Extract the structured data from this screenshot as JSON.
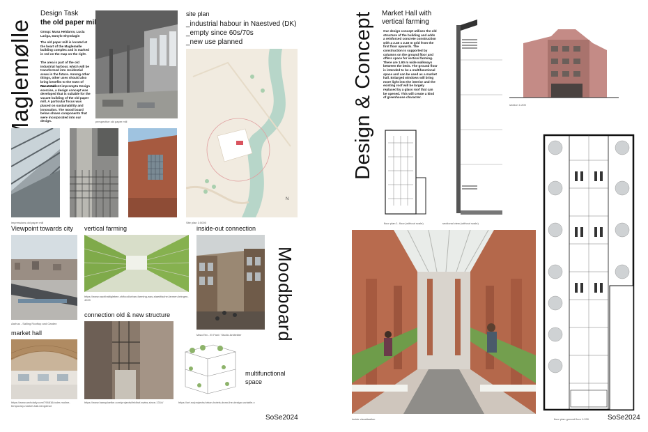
{
  "left_page": {
    "vertical_title": "Maglemølle",
    "design_task": {
      "label": "Design Task",
      "subtitle": "the old paper mill",
      "group": "Group: Musa Heidarov, Lucia Lariga, Danylo Shyndagin",
      "paragraph1": "The old paper mill is located at the heart of the Maglemølle building complex and is marked in red on the map on the right.",
      "paragraph2": "The area is part of the old industrial harbour, which will be transformed into residential areas in the future. Among other things, other uses should also bring benefits to the town of Naestved.",
      "paragraph3": "For a student impromptu Design exercise, a design concept was developed that is suitable for the vacant building of the old paper mill. A particular focus was placed on sustainability and innovation. The mood board below shows components that were incorporated into our design."
    },
    "captions": {
      "perspective": "perspective old paper mill",
      "impressions": "impressions old paper mill",
      "site_plan": "Site plan 1:5000"
    },
    "site_plan": {
      "title": "site plan",
      "line1": "_industrial habour in Naestved (DK)",
      "line2": "_empty since 60s/70s",
      "line3": "_new use planned",
      "north": "N"
    },
    "moodboard": {
      "vertical_title": "Moodboard",
      "viewpoint_title": "Viewpoint towards city",
      "viewpoint_caption": "Aarhus - Salling Rooftop and Garden",
      "farming_title": "vertical farming",
      "farming_caption": "https://www.nachhaltigleben.ch/food/urban-farming-was-staedtische-farmen-bringen-4929",
      "inside_title": "inside-out connection",
      "inside_caption": "MacoTex - El Fani / Studio Arkitekter",
      "connection_title": "connection old & new structure",
      "connection_caption": "https://www.hanaploetke.com/projects/feldhof-swiss-since-1314/",
      "market_title": "market hall",
      "market_caption": "https://www.archdaily.com/796816/osler-moline-temporary-market-hall-bexgdesd",
      "multi_title": "multifunctional space",
      "multi_caption": "https://ort.no/projects/urban-hotels-dean-the-design-variable-x"
    },
    "semester": "SoSe2024"
  },
  "right_page": {
    "vertical_title": "Design & Concept",
    "heading": "Market Hall with vertical farming",
    "concept_text": "Our design concept utilises the old structure of the building and adds a reinforced concrete construction with a 2.40 x 2.40 m grid from the first floor upwards. The construction is supported by columns on the ground floor and offers space for vertical farming. There are 1.90 m wide walkways between the beds. The ground floor is intended to be a multifunctional space and can be used as a market hall. Enlarged windows will bring more light into the interior and the existing roof will be largely replaced by a glass roof that can be opened. This will create a kind of greenhouse character.",
    "captions": {
      "section": "section 1:200",
      "floor_plan_1": "floor plan 1. floor (without scale)",
      "sectional_view": "sectional view (without scale)",
      "inside_visual": "inside visualisation",
      "ground_floor": "floor plan ground floor 1:200"
    },
    "semester": "SoSe2024"
  }
}
